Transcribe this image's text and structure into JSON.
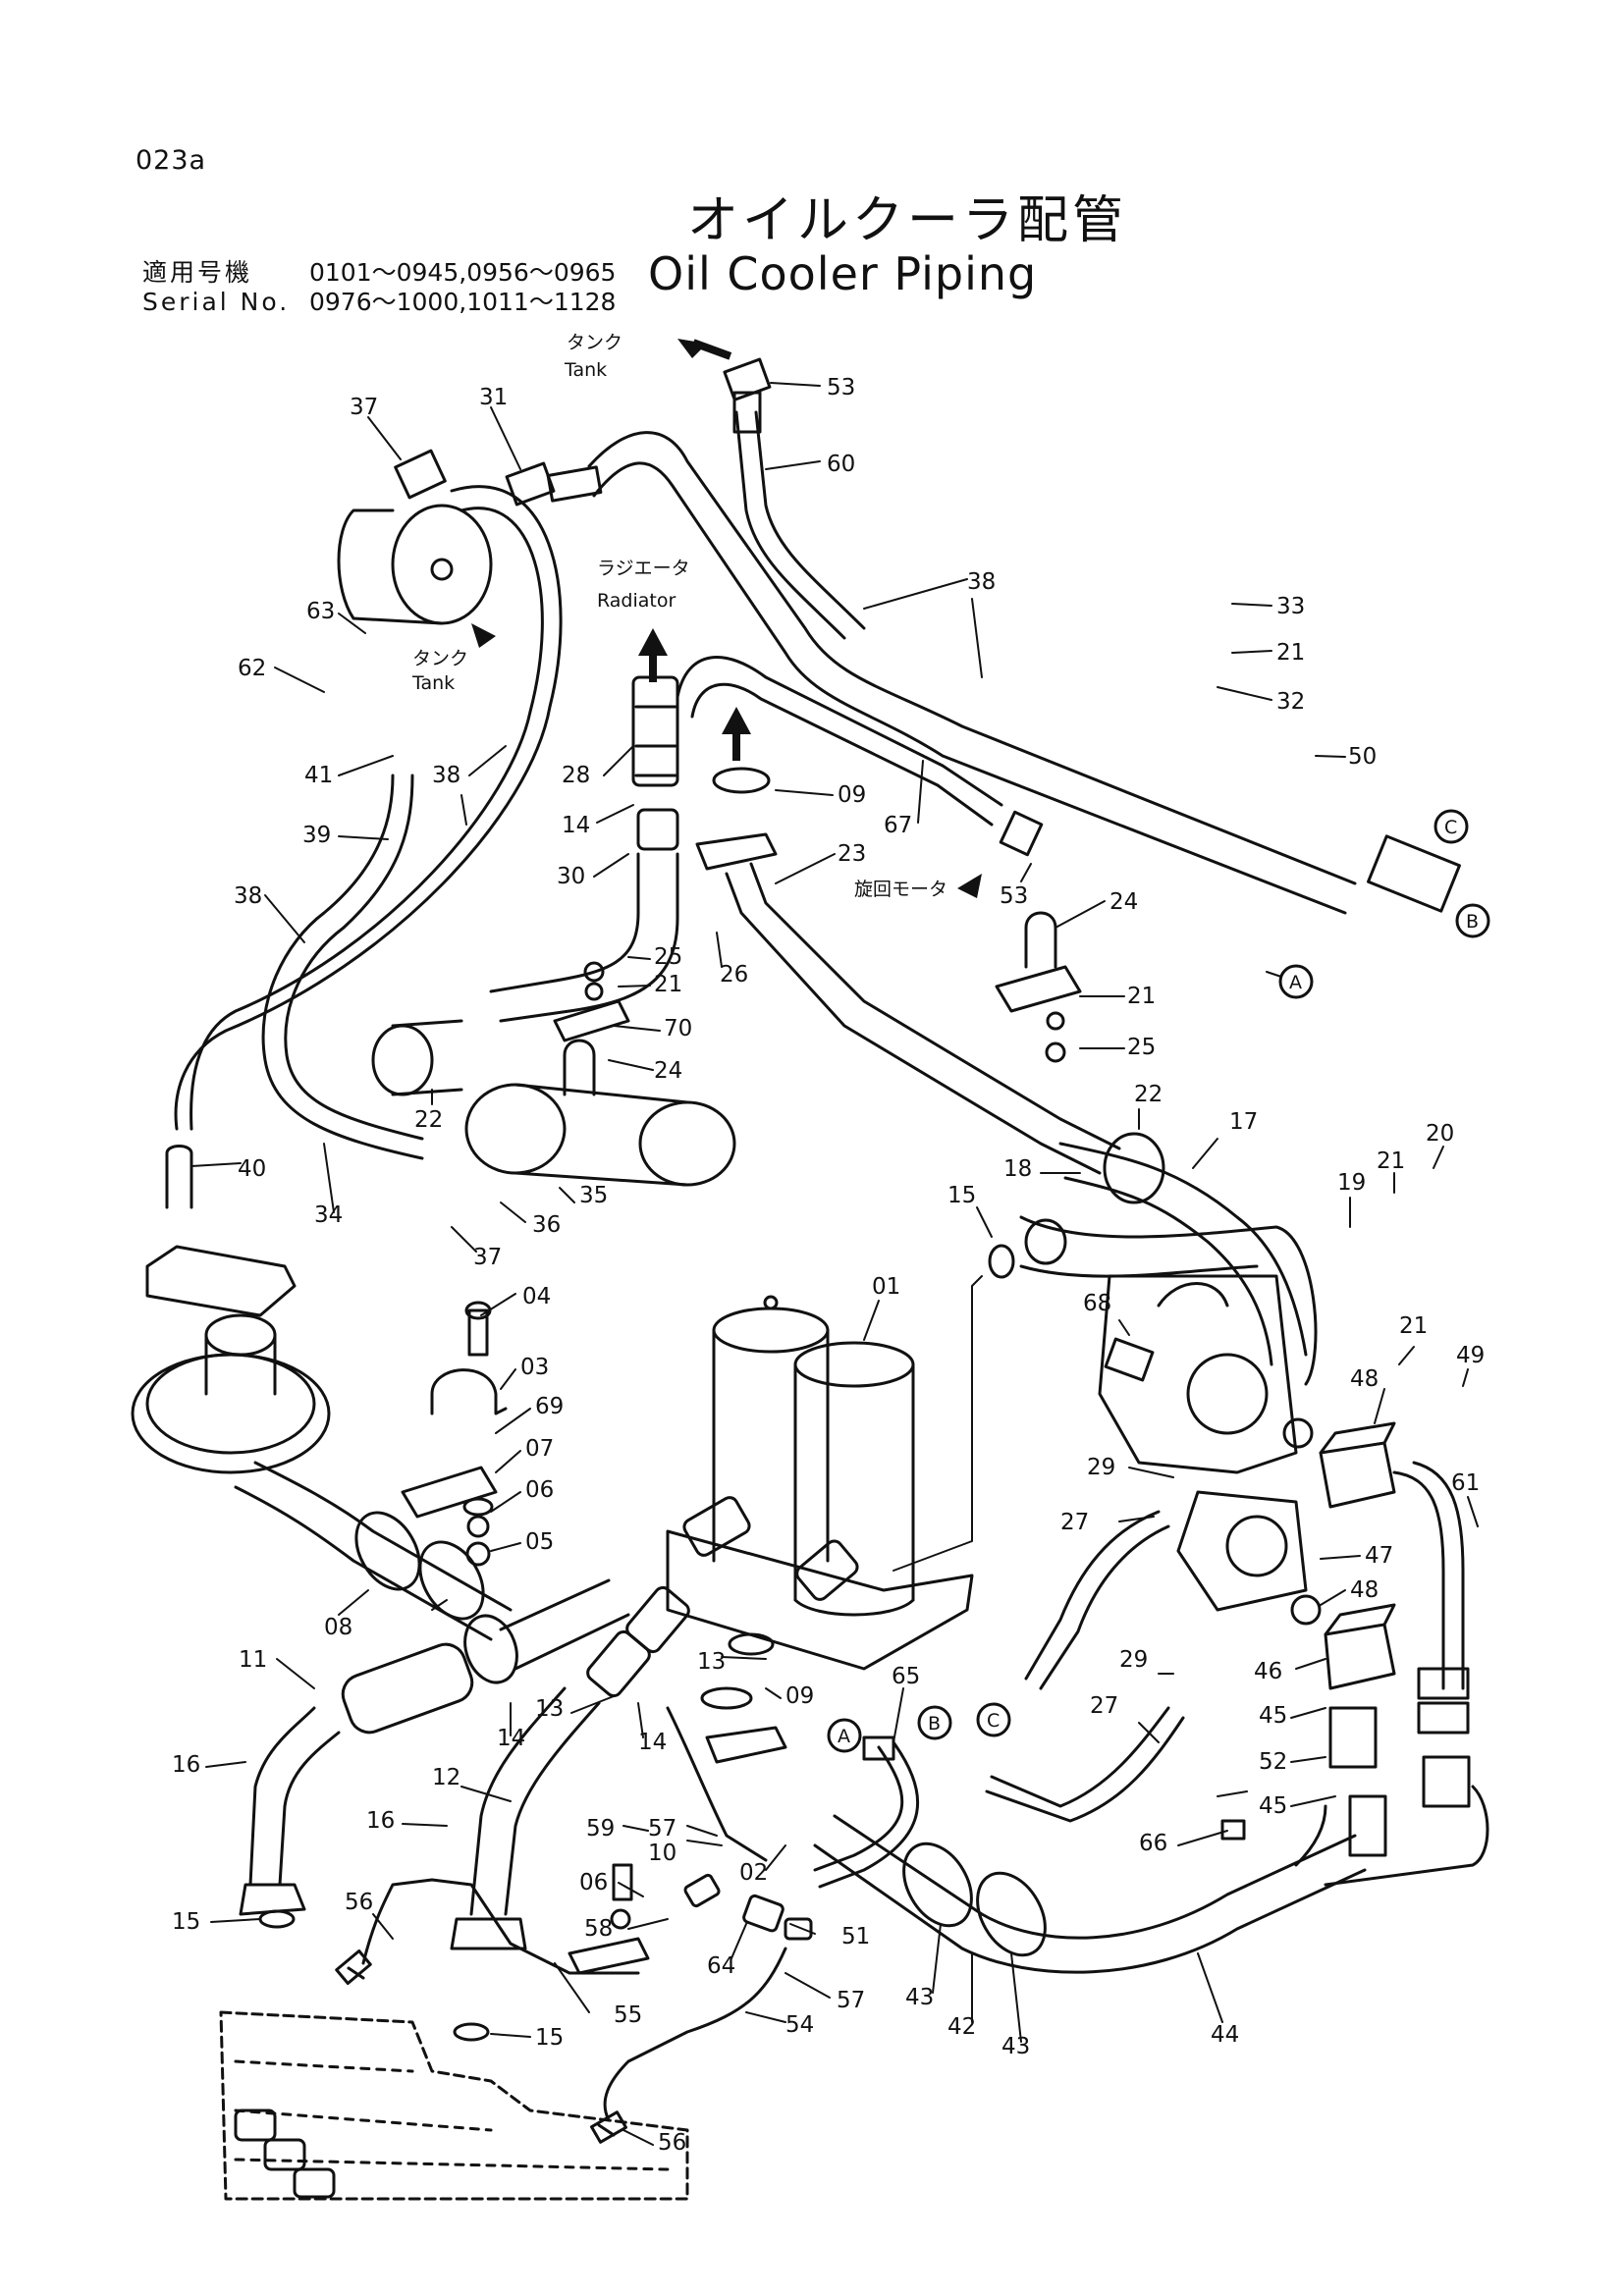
{
  "page_number": "023a",
  "title_jp": "オイルクーラ配管",
  "title_en": "Oil Cooler Piping",
  "serial": {
    "label_jp": "適用号機",
    "label_en": "Serial No.",
    "range_1": "0101～0945,0956～0965",
    "range_2": "0976～1000,1011～1128"
  },
  "annotations": {
    "tank_jp_1": "タンク",
    "tank_en_1": "Tank",
    "tank_jp_2": "タンク",
    "tank_en_2": "Tank",
    "radiator_jp": "ラジエータ",
    "radiator_en": "Radiator",
    "swing_motor_jp": "旋回モータ"
  },
  "connector_marks": [
    "A",
    "B",
    "C",
    "A",
    "B",
    "C"
  ],
  "part_callouts": [
    "53",
    "60",
    "37",
    "31",
    "38",
    "33",
    "21",
    "32",
    "63",
    "62",
    "41",
    "38",
    "28",
    "14",
    "09",
    "67",
    "50",
    "39",
    "30",
    "23",
    "53",
    "24",
    "38",
    "25",
    "21",
    "26",
    "70",
    "21",
    "25",
    "22",
    "24",
    "22",
    "17",
    "40",
    "34",
    "35",
    "36",
    "37",
    "18",
    "15",
    "19",
    "21",
    "20",
    "04",
    "01",
    "68",
    "03",
    "69",
    "07",
    "06",
    "05",
    "21",
    "49",
    "48",
    "29",
    "27",
    "61",
    "47",
    "48",
    "08",
    "13",
    "09",
    "65",
    "46",
    "29",
    "11",
    "14",
    "13",
    "14",
    "45",
    "52",
    "45",
    "27",
    "16",
    "12",
    "10",
    "59",
    "57",
    "02",
    "66",
    "16",
    "06",
    "51",
    "56",
    "58",
    "64",
    "57",
    "43",
    "42",
    "43",
    "44",
    "15",
    "55",
    "54",
    "15",
    "56"
  ],
  "colors": {
    "ink": "#111111",
    "paper": "#ffffff"
  }
}
